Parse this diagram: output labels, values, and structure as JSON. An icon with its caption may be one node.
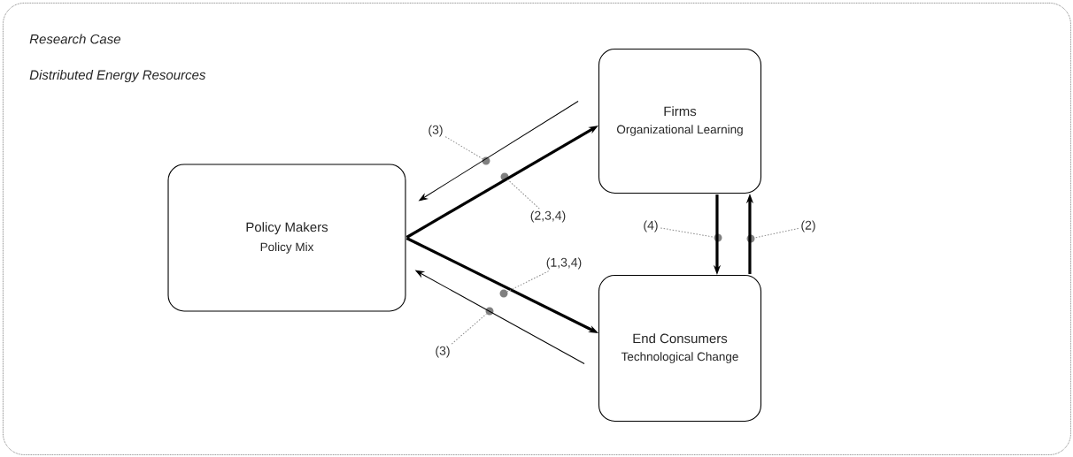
{
  "diagram": {
    "nodes": [
      {
        "text": [
          "Research Case",
          "Distributed Energy Resources"
        ]
      },
      {
        "text": [
          "Policy Makers",
          "Policy Mix"
        ],
        "in": 0
      },
      {
        "text": [
          "Firms",
          "Organizational Learning"
        ],
        "in": 0
      },
      {
        "text": [
          "End Consumers",
          "Technological Change"
        ],
        "in": 0
      },
      {
        "text": [
          "(3)"
        ],
        "in": 0
      },
      {
        "text": [],
        "shape": "circle",
        "in": 0
      },
      {
        "text": [],
        "shape": "circle",
        "in": 0
      },
      {
        "text": [
          "(2,3,4)"
        ],
        "in": 0
      },
      {
        "text": [
          "(1,3,4)"
        ],
        "in": 0
      },
      {
        "text": [],
        "shape": "circle",
        "in": 0
      },
      {
        "text": [],
        "shape": "circle",
        "in": 0
      },
      {
        "text": [
          "(3)"
        ],
        "in": 0
      },
      {
        "text": [
          "(4)"
        ],
        "in": 0
      },
      {
        "text": [],
        "shape": "circle",
        "in": 0
      },
      {
        "text": [],
        "shape": "circle",
        "in": 0
      },
      {
        "text": [
          "(2)"
        ],
        "in": 0
      }
    ],
    "edges": [
      {
        "from": 2,
        "to": 1,
        "arrow": "to"
      },
      {
        "from": 1,
        "to": 2,
        "arrow": "to",
        "style": "thick"
      },
      {
        "from": 1,
        "to": 3,
        "arrow": "to",
        "style": "thick"
      },
      {
        "from": 3,
        "to": 1,
        "arrow": "to"
      },
      {
        "from": 2,
        "to": 3,
        "arrow": "to",
        "style": "thick"
      },
      {
        "from": 3,
        "to": 2,
        "arrow": "to",
        "style": "thick"
      },
      {
        "from": 4,
        "to": 5,
        "arrow": "none",
        "style": "dashed",
        "color": "#8c8c8c"
      },
      {
        "from": 7,
        "to": 6,
        "arrow": "none",
        "style": "dashed",
        "color": "#8c8c8c"
      },
      {
        "from": 8,
        "to": 9,
        "arrow": "none",
        "style": "dashed",
        "color": "#8c8c8c"
      },
      {
        "from": 11,
        "to": 10,
        "arrow": "none",
        "style": "dashed",
        "color": "#8c8c8c"
      },
      {
        "from": 12,
        "to": 13,
        "arrow": "none",
        "style": "dashed",
        "color": "#8c8c8c"
      },
      {
        "from": 15,
        "to": 14,
        "arrow": "none",
        "style": "dashed",
        "color": "#8c8c8c"
      }
    ]
  }
}
